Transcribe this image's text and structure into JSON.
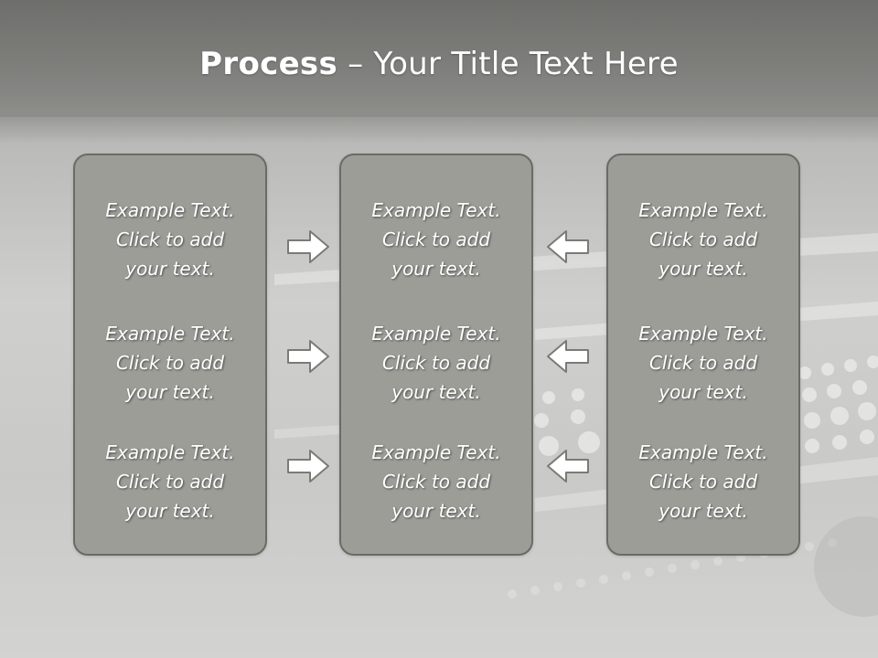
{
  "title": {
    "bold": "Process",
    "rest": " – Your Title Text Here"
  },
  "columns": [
    {
      "id": "left",
      "blocks": [
        {
          "lines": [
            "Example Text.",
            "Click  to add",
            "your text."
          ]
        },
        {
          "lines": [
            "Example Text.",
            "Click  to add",
            "your text."
          ]
        },
        {
          "lines": [
            "Example Text.",
            "Click  to add",
            "your text."
          ]
        }
      ]
    },
    {
      "id": "center",
      "blocks": [
        {
          "lines": [
            "Example Text.",
            "Click  to add",
            "your text."
          ]
        },
        {
          "lines": [
            "Example Text.",
            "Click  to add",
            "your text."
          ]
        },
        {
          "lines": [
            "Example Text.",
            "Click  to add",
            "your text."
          ]
        }
      ]
    },
    {
      "id": "right",
      "blocks": [
        {
          "lines": [
            "Example Text.",
            "Click  to add",
            "your text."
          ]
        },
        {
          "lines": [
            "Example Text.",
            "Click  to add",
            "your text."
          ]
        },
        {
          "lines": [
            "Example Text.",
            "Click  to add",
            "your text."
          ]
        }
      ]
    }
  ],
  "arrows": {
    "left_to_center": {
      "icon": "arrow-right-icon"
    },
    "right_to_center": {
      "icon": "arrow-left-icon"
    }
  },
  "colors": {
    "panel_fill": "#9d9d98",
    "panel_border": "#6a6a67",
    "arrow_fill": "#ffffff",
    "arrow_stroke": "#7a7a77"
  }
}
